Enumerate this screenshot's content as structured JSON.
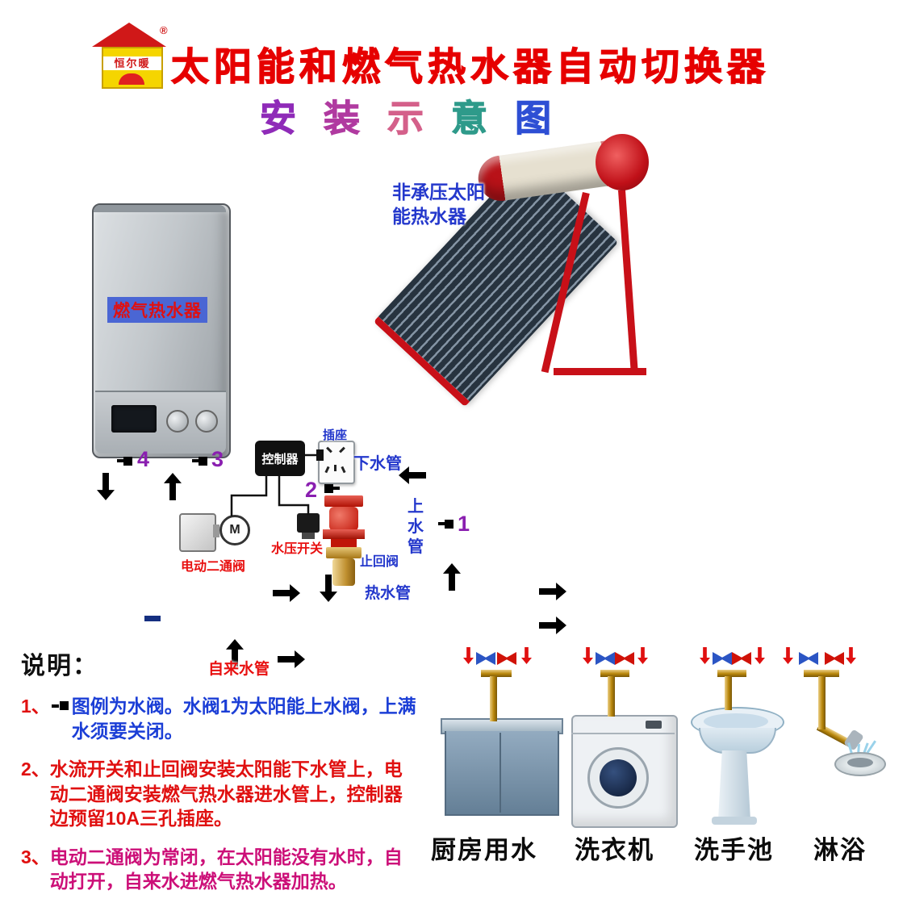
{
  "colors": {
    "title_red": "#e60000",
    "pipe_hot": "#cc1408",
    "pipe_cold": "#2b55c4",
    "pipe_gold": "#b8860b",
    "label_blue": "#2438cc",
    "label_red": "#e81010",
    "valve_number_purple": "#8a1fb0",
    "note1_text_blue": "#1b3ed6",
    "note2_text_red": "#e01010",
    "note3_text_magenta": "#cc0f78"
  },
  "header": {
    "brand": "恒尔暖",
    "registered_mark": "®",
    "title": "太阳能和燃气热水器自动切换器",
    "subtitle_chars": [
      "安",
      "装",
      "示",
      "意",
      "图"
    ]
  },
  "diagram": {
    "solar_heater_label": "非承压太阳\n能热水器",
    "gas_heater_label": "燃气热水器",
    "controller_label": "控制器",
    "socket_label": "插座",
    "down_pipe_label": "下水管",
    "up_pipe_label": "上\n水\n管",
    "pressure_switch_label": "水压开关",
    "check_valve_label": "止回阀",
    "two_way_valve_label": "电动二通阀",
    "hot_pipe_label": "热水管",
    "tap_pipe_label": "自来水管",
    "motor_letter": "M",
    "valve_numbers": [
      "1",
      "2",
      "3",
      "4"
    ]
  },
  "fixtures": [
    {
      "label": "厨房用水"
    },
    {
      "label": "洗衣机"
    },
    {
      "label": "洗手池"
    },
    {
      "label": "淋浴"
    }
  ],
  "notes": {
    "heading": "说明：",
    "item1_num": "1、",
    "item1_text": "图例为水阀。水阀1为太阳能上水阀，上满\n水须要关闭。",
    "item2_num": "2、",
    "item2_text": "水流开关和止回阀安装太阳能下水管上，电\n动二通阀安装燃气热水器进水管上，控制器\n边预留10A三孔插座。",
    "item3_num": "3、",
    "item3_text": "电动二通阀为常闭，在太阳能没有水时，自\n动打开，自来水进燃气热水器加热。"
  }
}
